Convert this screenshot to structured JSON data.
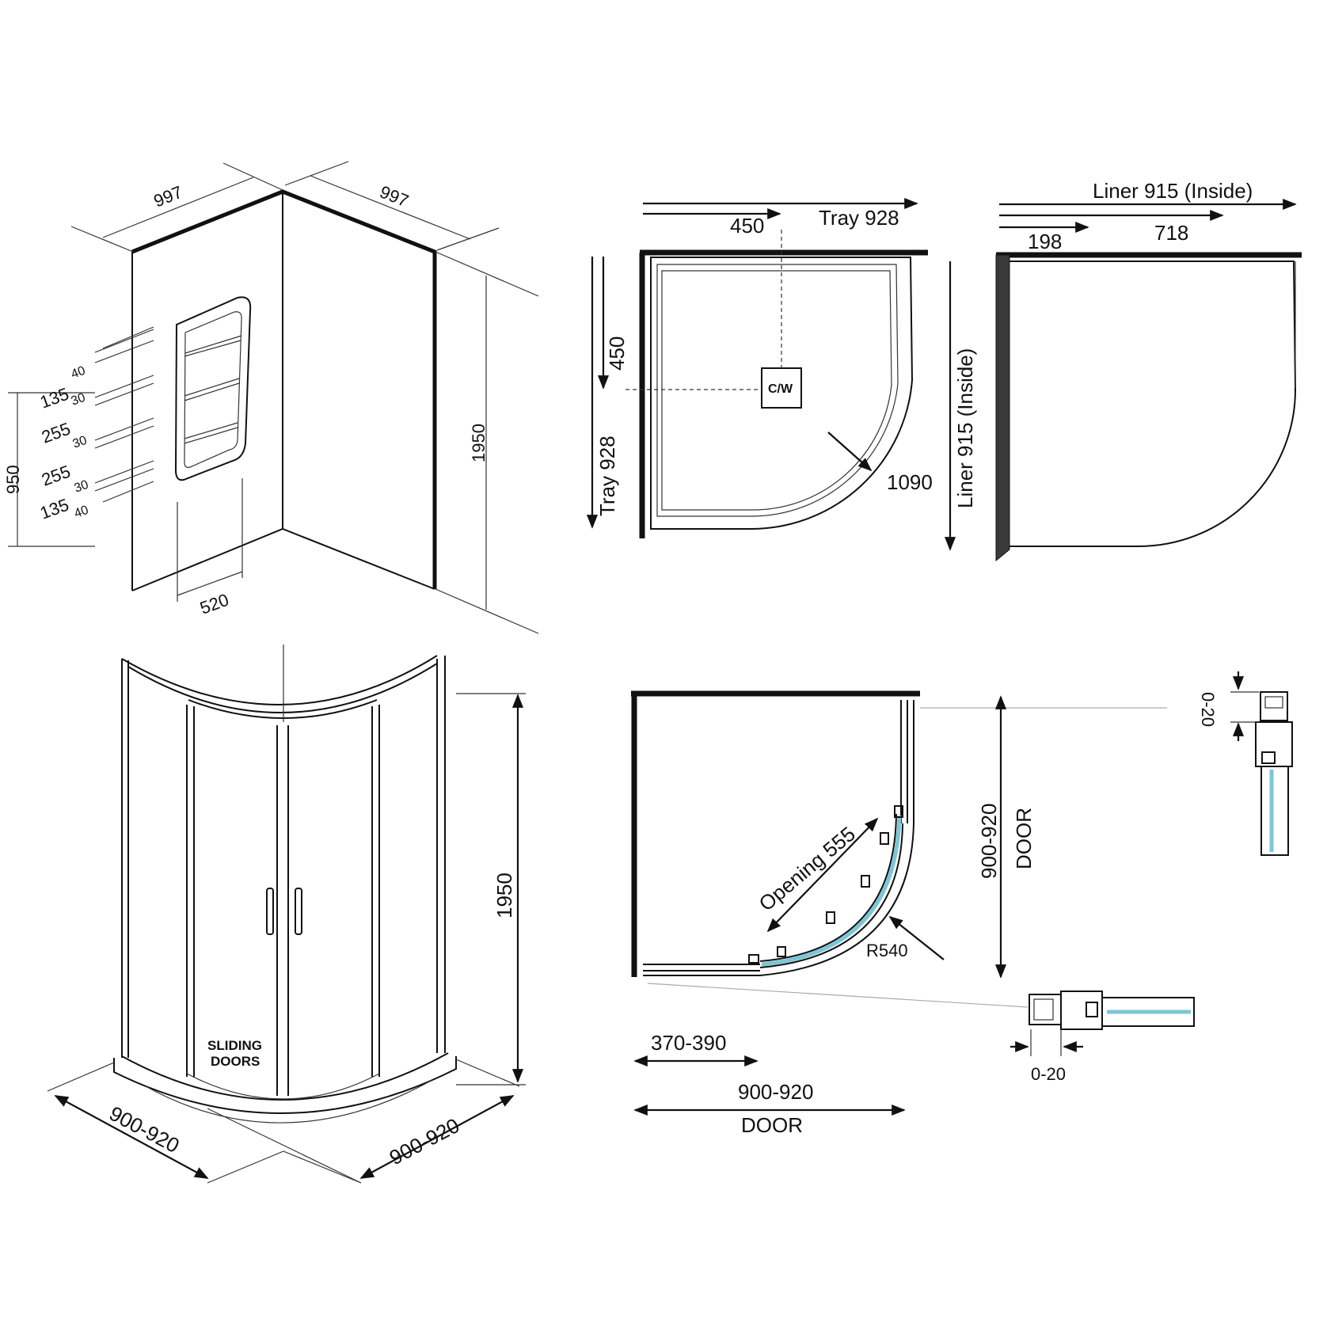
{
  "panel_view": {
    "width_left": "997",
    "width_right": "997",
    "height": "1950",
    "shelf_zone_height": "950",
    "shelf_width": "520",
    "shelf_spacings": [
      "135",
      "255",
      "255",
      "135"
    ],
    "shelf_offsets": [
      "40",
      "30",
      "30",
      "30",
      "40"
    ]
  },
  "tray_view": {
    "waste_offset_x": "450",
    "waste_offset_y": "450",
    "width_label": "Tray 928",
    "depth_label": "Tray 928",
    "waste_label": "C/W",
    "diagonal": "1090"
  },
  "liner_view": {
    "width_label": "Liner 915 (Inside)",
    "depth_label": "Liner 915 (Inside)",
    "segment_a": "198",
    "segment_b": "718"
  },
  "enclosure_view": {
    "door_label": "SLIDING DOORS",
    "height": "1950",
    "width_left": "900-920",
    "width_right": "900-920"
  },
  "door_plan": {
    "opening": "Opening 555",
    "radius": "R540",
    "side_range": "900-920",
    "side_label": "DOOR",
    "bottom_short": "370-390",
    "bottom_range": "900-920",
    "bottom_label": "DOOR",
    "adjust_vertical": "0-20",
    "adjust_horizontal": "0-20"
  }
}
